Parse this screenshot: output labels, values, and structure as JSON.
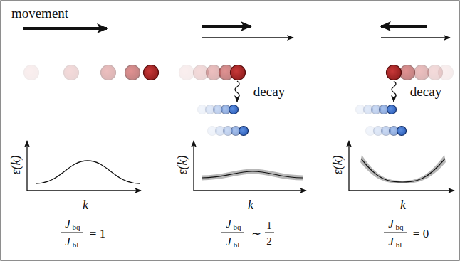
{
  "diagram": {
    "labels": [
      "movement",
      "decay",
      "decay",
      "ε(k)",
      "ε(k)",
      "ε(k)",
      "k",
      "k",
      "k",
      "J",
      "bq",
      "J",
      "bl",
      "= 1",
      "J",
      "bq",
      "J",
      "bl",
      "∼",
      "1",
      "2",
      "J",
      "bq",
      "J",
      "bl",
      "= 0"
    ]
  }
}
